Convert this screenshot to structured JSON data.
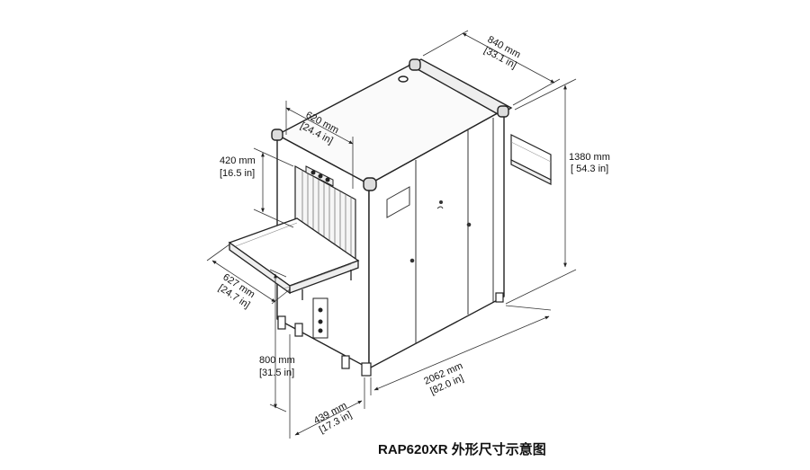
{
  "caption": "RAP620XR 外形尺寸示意图",
  "dimensions": {
    "depth": {
      "mm": "840 mm",
      "inch": "[33.1 in]"
    },
    "height": {
      "mm": "1380 mm",
      "inch": "[ 54.3 in]"
    },
    "tunnel_width": {
      "mm": "620 mm",
      "inch": "[24.4 in]"
    },
    "tunnel_height": {
      "mm": "420 mm",
      "inch": "[16.5 in]"
    },
    "table_length": {
      "mm": "627 mm",
      "inch": "[24.7 in]"
    },
    "conveyor_height": {
      "mm": "800 mm",
      "inch": "[31.5 in]"
    },
    "base_width": {
      "mm": "439 mm",
      "inch": "[17.3 in]"
    },
    "total_length": {
      "mm": "2062 mm",
      "inch": "[82.0 in]"
    }
  }
}
